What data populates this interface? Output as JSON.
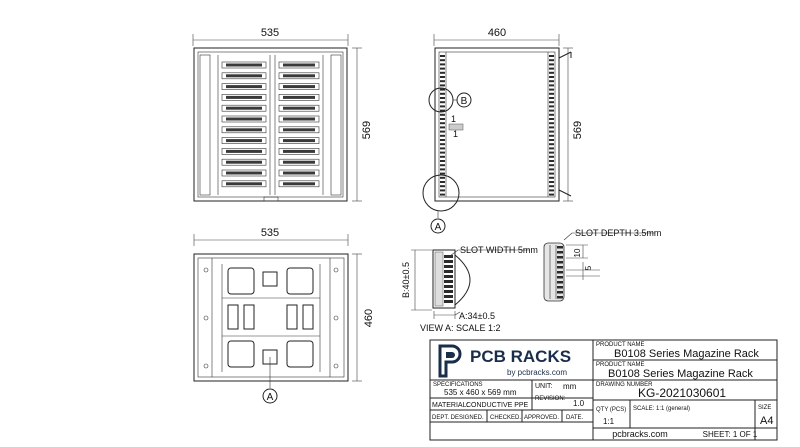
{
  "dimensions": {
    "front_width": "535",
    "front_height": "569",
    "side_width": "460",
    "side_height": "569",
    "bottom_width": "535",
    "bottom_depth": "460"
  },
  "callouts": {
    "detail_b": "B",
    "detail_a": "A",
    "detail_a_bottom": "A",
    "ratio_top": "1",
    "ratio_bottom": "1"
  },
  "detail_views": {
    "slot_width": "SLOT WIDTH 5mm",
    "slot_depth": "SLOT DEPTH 3.5mm",
    "dim_b": "B:40±0.5",
    "dim_a": "A:34±0.5",
    "dim_10": "10",
    "dim_5": "5",
    "view_caption": "VIEW A: SCALE 1:2"
  },
  "title_block": {
    "logo_text": "PCB RACKS",
    "logo_sub": "by pcbracks.com",
    "product_name_label_1": "PRODUCT NAME",
    "product_name_1": "B0108 Series Magazine Rack",
    "product_name_label_2": "PRODUCT NAME",
    "product_name_2": "B0108 Series Magazine Rack",
    "drawing_number_label": "DRAWING NUMBER",
    "drawing_number": "KG-2021030601",
    "spec_label": "SPECIFICATIONS",
    "spec_value": "535 x 460 x 569 mm",
    "material_label": "MATERIAL:",
    "material_value": "CONDUCTIVE PPE",
    "unit_label": "UNIT:",
    "unit_value": "mm",
    "revision_label": "REVISION:",
    "revision_value": "1.0",
    "qty_label": "QTY (PCS)",
    "qty_value": "1:1",
    "scale_label": "SCALE: 1:1 (general)",
    "size_label": "SIZE",
    "size_value": "A4",
    "dept_designed": "DEPT. DESIGNED.",
    "checked": "CHECKED.",
    "approved": "APPROVED.",
    "date": "DATE.",
    "website": "pcbracks.com",
    "sheet": "SHEET: 1 OF 1"
  },
  "colors": {
    "line": "#222222",
    "logo": "#1a2e4a"
  }
}
